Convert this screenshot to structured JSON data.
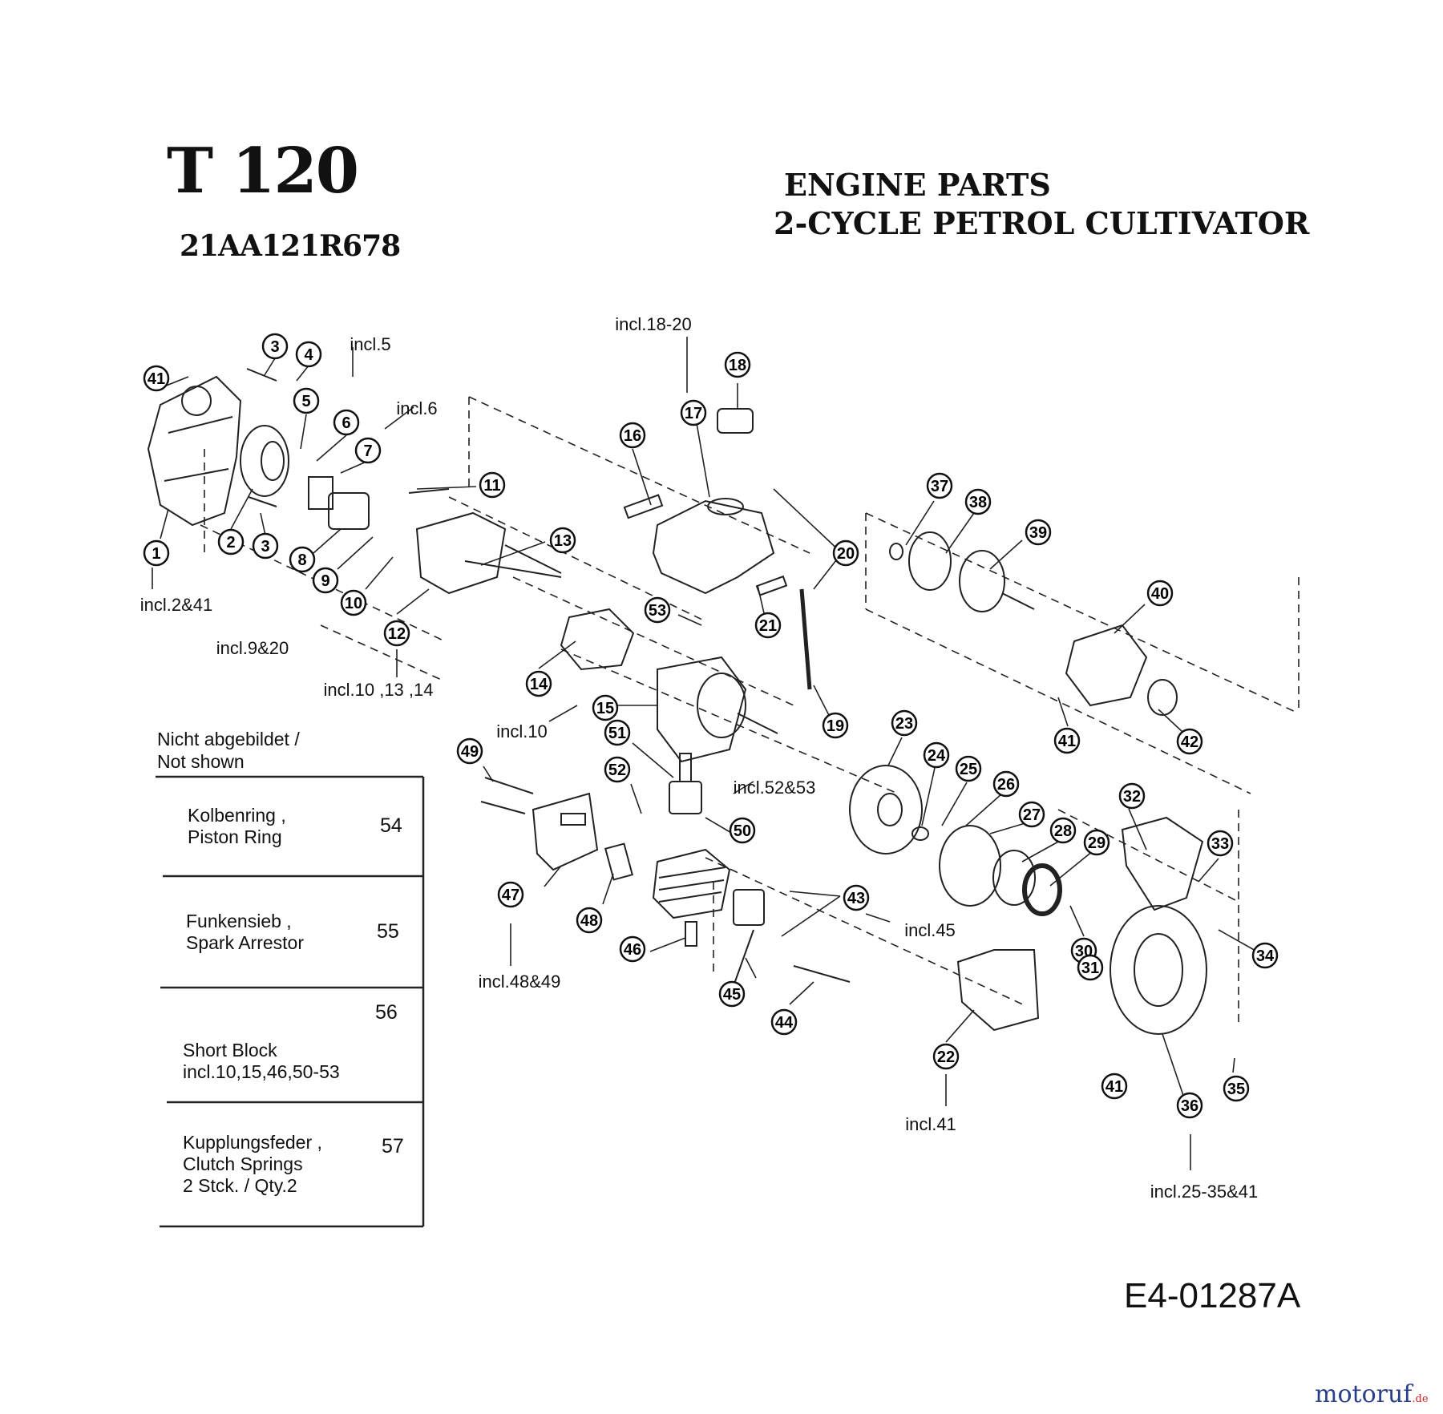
{
  "header": {
    "model": "T 120",
    "model_code": "21AA121R678",
    "title_line1": "ENGINE PARTS",
    "title_line2": "2-CYCLE PETROL CULTIVATOR"
  },
  "callouts": [
    {
      "id": "c41a",
      "num": "41"
    },
    {
      "id": "c3a",
      "num": "3"
    },
    {
      "id": "c4",
      "num": "4"
    },
    {
      "id": "c5",
      "num": "5"
    },
    {
      "id": "c6",
      "num": "6"
    },
    {
      "id": "c7",
      "num": "7"
    },
    {
      "id": "c1",
      "num": "1"
    },
    {
      "id": "c2",
      "num": "2"
    },
    {
      "id": "c3b",
      "num": "3"
    },
    {
      "id": "c8",
      "num": "8"
    },
    {
      "id": "c9",
      "num": "9"
    },
    {
      "id": "c10",
      "num": "10"
    },
    {
      "id": "c11",
      "num": "11"
    },
    {
      "id": "c12",
      "num": "12"
    },
    {
      "id": "c13",
      "num": "13"
    },
    {
      "id": "c14",
      "num": "14"
    },
    {
      "id": "c15",
      "num": "15"
    },
    {
      "id": "c16",
      "num": "16"
    },
    {
      "id": "c17",
      "num": "17"
    },
    {
      "id": "c18",
      "num": "18"
    },
    {
      "id": "c19",
      "num": "19"
    },
    {
      "id": "c20",
      "num": "20"
    },
    {
      "id": "c21",
      "num": "21"
    },
    {
      "id": "c22",
      "num": "22"
    },
    {
      "id": "c23",
      "num": "23"
    },
    {
      "id": "c24",
      "num": "24"
    },
    {
      "id": "c25",
      "num": "25"
    },
    {
      "id": "c26",
      "num": "26"
    },
    {
      "id": "c27",
      "num": "27"
    },
    {
      "id": "c28",
      "num": "28"
    },
    {
      "id": "c29",
      "num": "29"
    },
    {
      "id": "c30",
      "num": "30"
    },
    {
      "id": "c31",
      "num": "31"
    },
    {
      "id": "c32",
      "num": "32"
    },
    {
      "id": "c33",
      "num": "33"
    },
    {
      "id": "c34",
      "num": "34"
    },
    {
      "id": "c35",
      "num": "35"
    },
    {
      "id": "c36",
      "num": "36"
    },
    {
      "id": "c37",
      "num": "37"
    },
    {
      "id": "c38",
      "num": "38"
    },
    {
      "id": "c39",
      "num": "39"
    },
    {
      "id": "c40",
      "num": "40"
    },
    {
      "id": "c41b",
      "num": "41"
    },
    {
      "id": "c42",
      "num": "42"
    },
    {
      "id": "c41c",
      "num": "41"
    },
    {
      "id": "c43",
      "num": "43"
    },
    {
      "id": "c44",
      "num": "44"
    },
    {
      "id": "c45",
      "num": "45"
    },
    {
      "id": "c46",
      "num": "46"
    },
    {
      "id": "c47",
      "num": "47"
    },
    {
      "id": "c48",
      "num": "48"
    },
    {
      "id": "c49",
      "num": "49"
    },
    {
      "id": "c50",
      "num": "50"
    },
    {
      "id": "c51",
      "num": "51"
    },
    {
      "id": "c52",
      "num": "52"
    },
    {
      "id": "c53",
      "num": "53"
    }
  ],
  "notes": {
    "incl5": "incl.5",
    "incl6": "incl.6",
    "incl18_20": "incl.18-20",
    "incl2_41": "incl.2&41",
    "incl9_20": "incl.9&20",
    "incl10_13_14": "incl.10 ,13 ,14",
    "incl10": "incl.10",
    "incl52_53": "incl.52&53",
    "incl45": "incl.45",
    "incl48_49": "incl.48&49",
    "incl41": "incl.41",
    "incl25_35_41": "incl.25-35&41"
  },
  "not_shown": {
    "header_line1": "Nicht abgebildet /",
    "header_line2": "Not shown",
    "rows": [
      {
        "line1": "Kolbenring ,",
        "line2": "Piston Ring",
        "line3": "",
        "number": "54"
      },
      {
        "line1": "Funkensieb ,",
        "line2": "Spark Arrestor",
        "line3": "",
        "number": "55"
      },
      {
        "line1": "Short Block",
        "line2": "incl.10,15,46,50-53",
        "line3": "",
        "number": "56"
      },
      {
        "line1": "Kupplungsfeder ,",
        "line2": "Clutch Springs",
        "line3": "2 Stck. / Qty.2",
        "number": "57"
      }
    ]
  },
  "footer": {
    "drawing_code": "E4-01287A",
    "brand": "motoruf",
    "brand_suffix": ".de"
  }
}
